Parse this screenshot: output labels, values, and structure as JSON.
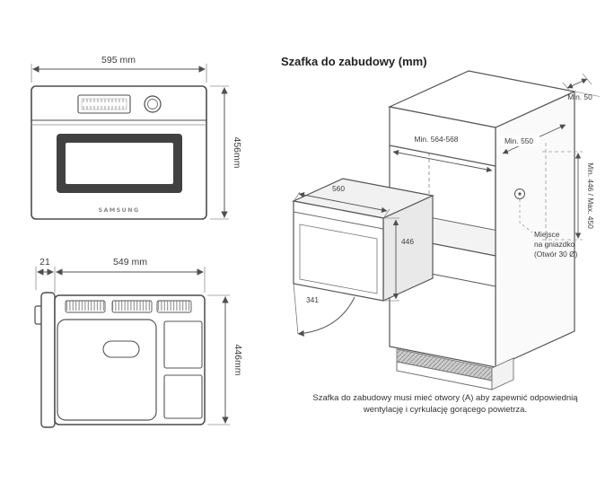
{
  "front_view": {
    "width": "595 mm",
    "height": "456mm",
    "brand": "SAMSUNG"
  },
  "body_view": {
    "door": "21",
    "width": "549 mm",
    "height": "446mm"
  },
  "cabinet": {
    "title": "Szafka do zabudowy (mm)",
    "dims": {
      "back_gap": "Min. 50",
      "niche_width": "Min. 564-568",
      "niche_depth": "Min. 550",
      "niche_height": "Min. 446 / Max. 450",
      "oven_width": "560",
      "oven_height": "446",
      "door_swing": "341"
    },
    "socket": {
      "line1": "Miejsce",
      "line2": "na gniazdko",
      "line3": "(Otwór 30 Ø)"
    },
    "caption": {
      "line1": "Szafka do zabudowy musi mieć otwory (A) aby zapewnić odpowiednią",
      "line2": "wentylację i cyrkulację gorącego powietrza."
    }
  }
}
